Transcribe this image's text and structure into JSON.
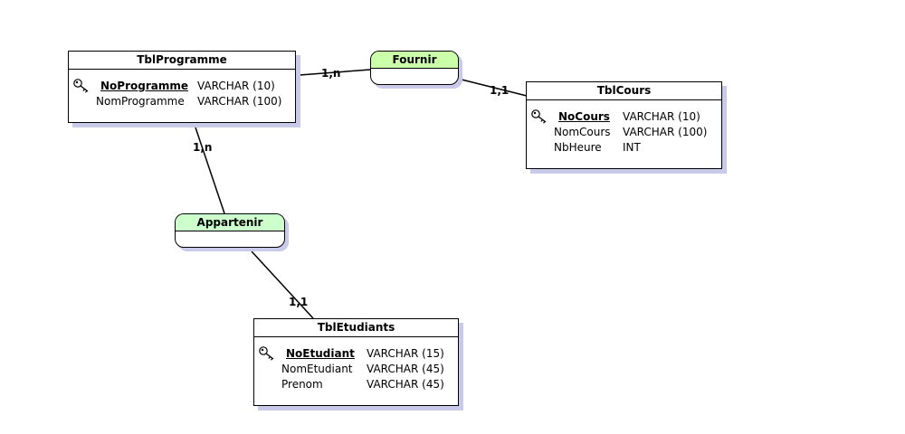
{
  "entities": {
    "programme": {
      "name": "TblProgramme",
      "fields": [
        {
          "name": "NoProgramme",
          "type": "VARCHAR (10)",
          "pk": true
        },
        {
          "name": "NomProgramme",
          "type": "VARCHAR (100)",
          "pk": false
        }
      ]
    },
    "cours": {
      "name": "TblCours",
      "fields": [
        {
          "name": "NoCours",
          "type": "VARCHAR (10)",
          "pk": true
        },
        {
          "name": "NomCours",
          "type": "VARCHAR (100)",
          "pk": false
        },
        {
          "name": "NbHeure",
          "type": "INT",
          "pk": false
        }
      ]
    },
    "etudiants": {
      "name": "TblEtudiants",
      "fields": [
        {
          "name": "NoEtudiant",
          "type": "VARCHAR (15)",
          "pk": true
        },
        {
          "name": "NomEtudiant",
          "type": "VARCHAR (45)",
          "pk": false
        },
        {
          "name": "Prenom",
          "type": "VARCHAR (45)",
          "pk": false
        }
      ]
    }
  },
  "associations": {
    "fournir": {
      "name": "Fournir",
      "color": "#ccffaa"
    },
    "appartenir": {
      "name": "Appartenir",
      "color": "#ccffcc"
    }
  },
  "cardinalities": {
    "programme_fournir": "1,n",
    "fournir_cours": "1,1",
    "programme_appartenir": "1,n",
    "appartenir_etudiants": "1,1"
  },
  "icons": {
    "primary_key": "key-icon"
  },
  "colors": {
    "shadow": "#c9c9ea",
    "line": "#000000"
  }
}
